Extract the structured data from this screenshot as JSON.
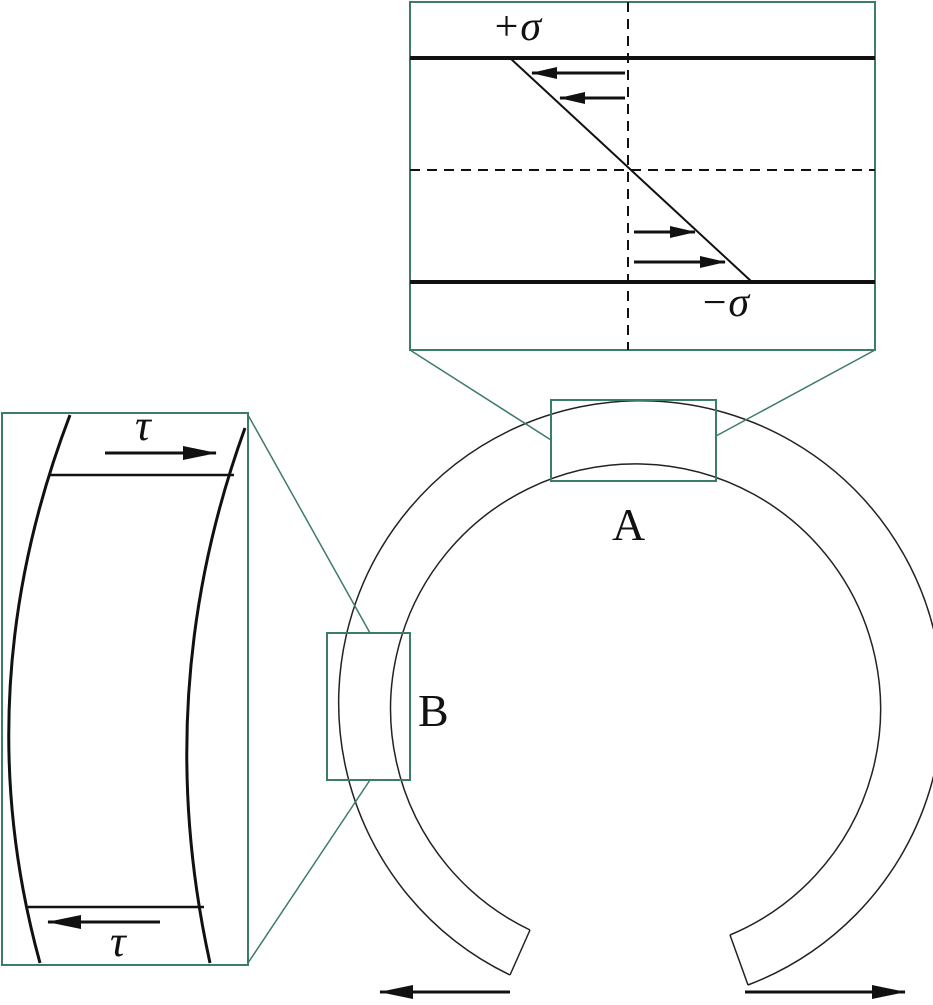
{
  "labels": {
    "point_a": "A",
    "point_b": "B",
    "plus_sigma": "+σ",
    "minus_sigma": "−σ",
    "tau_top": "τ",
    "tau_bottom": "τ"
  },
  "colors": {
    "frame": "#3d7b6b",
    "ink": "#111111"
  }
}
